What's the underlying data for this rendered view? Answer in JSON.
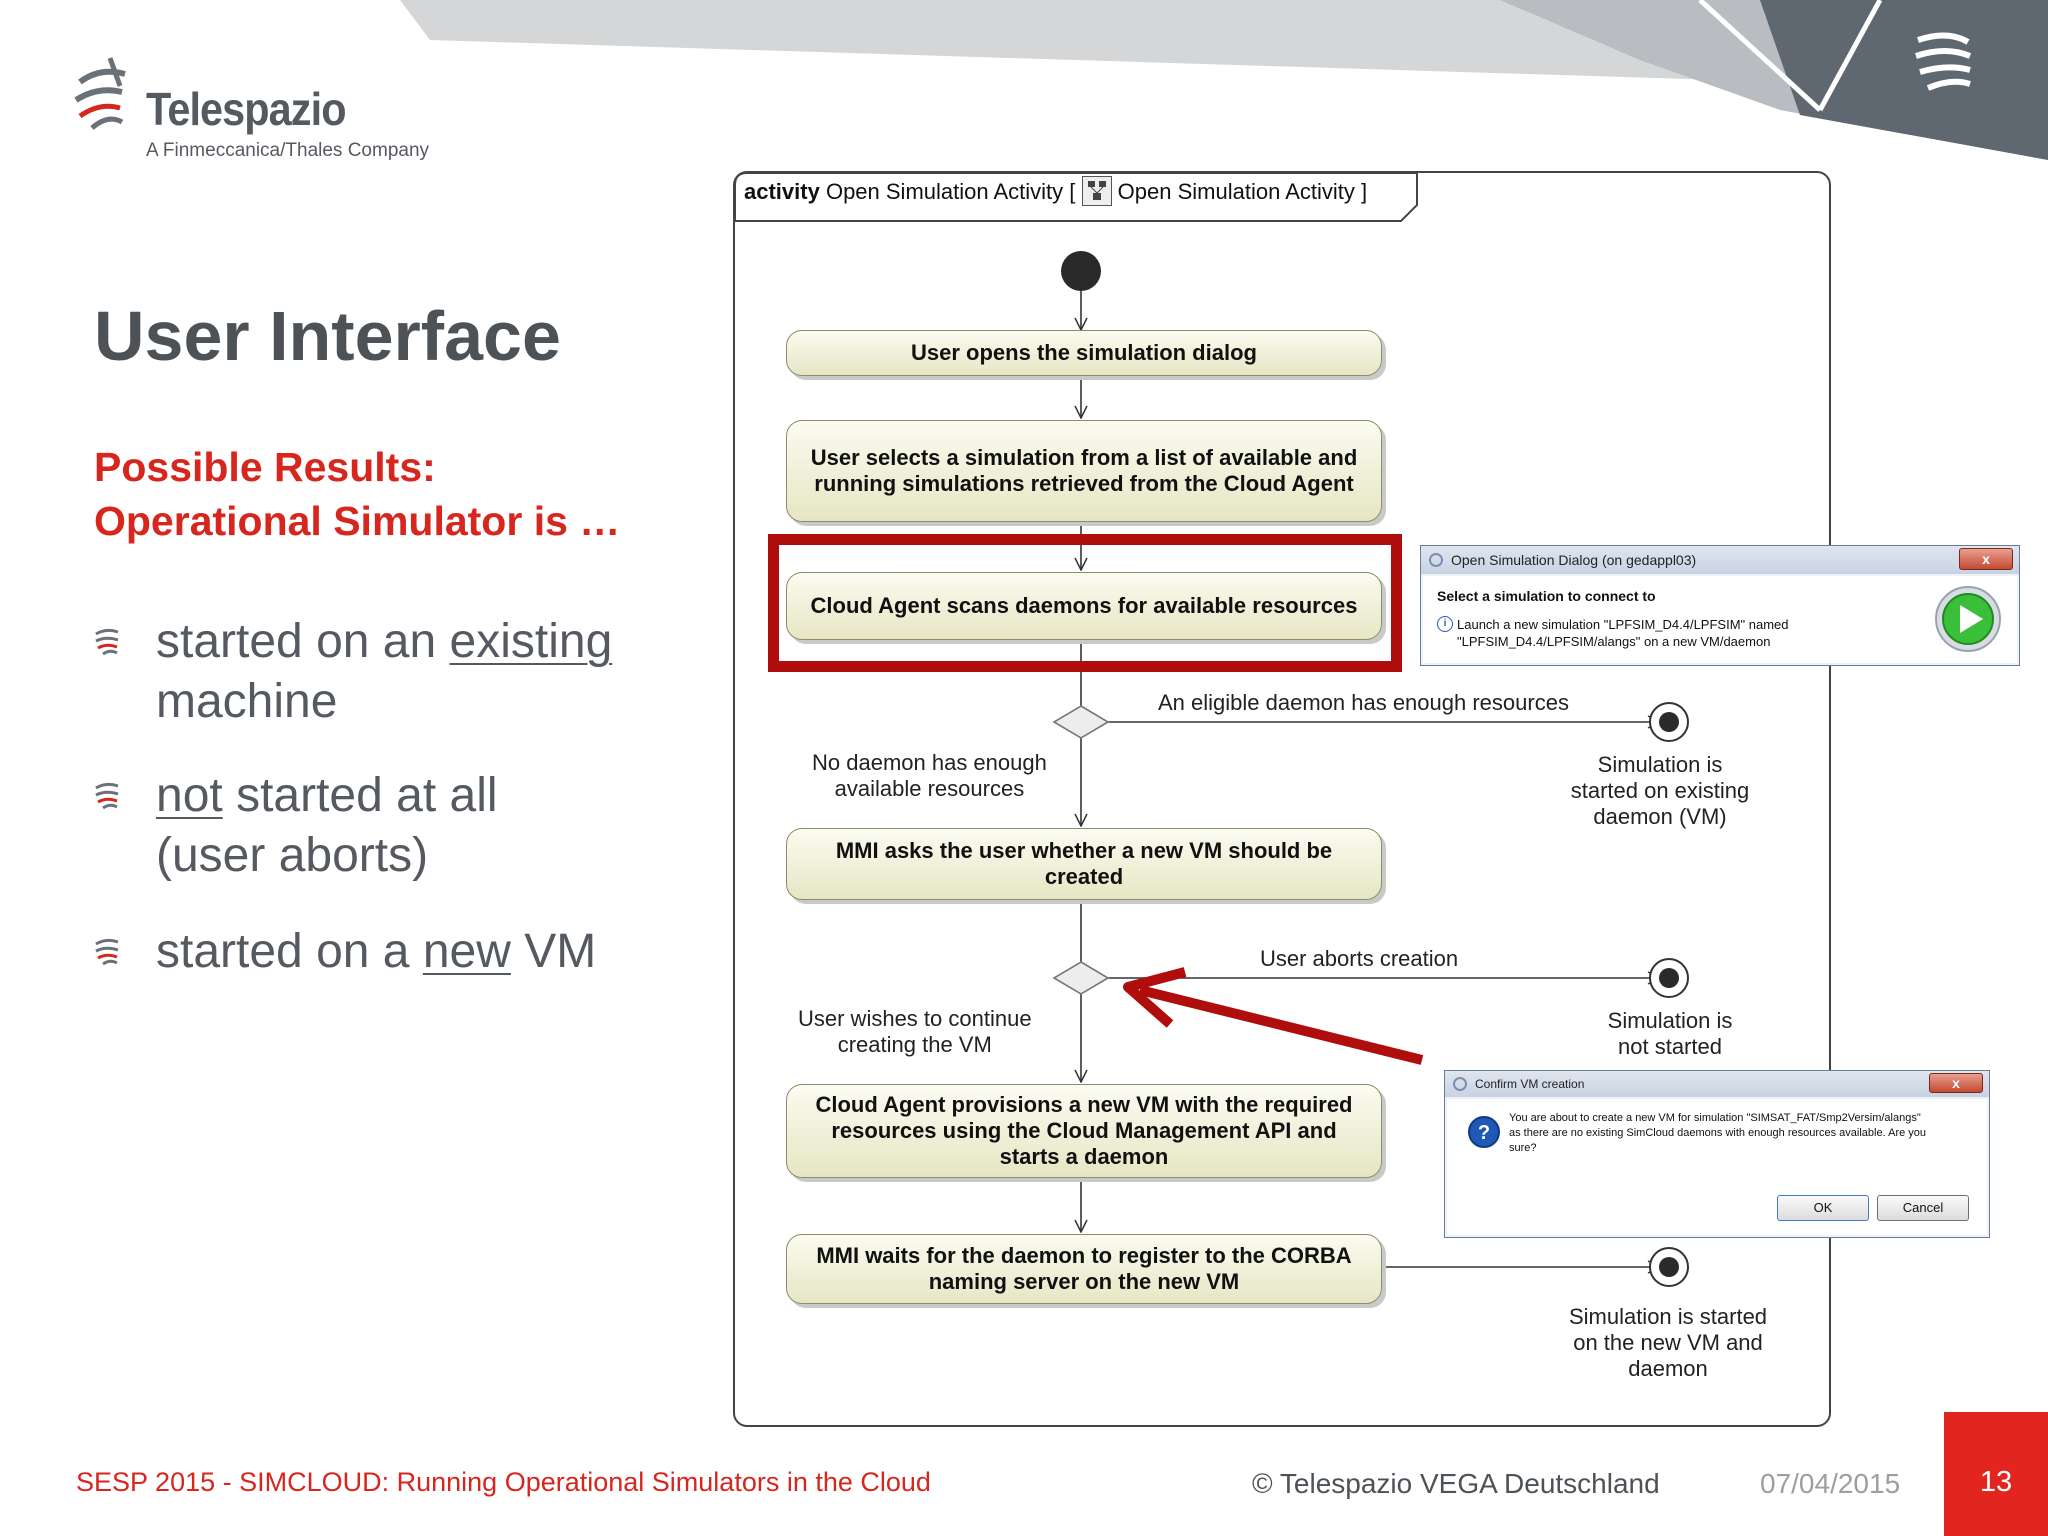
{
  "header": {
    "logo_name": "Telespazio",
    "logo_tagline": "A Finmeccanica/Thales Company",
    "logo_icon": "telespazio-swirl-icon"
  },
  "slide": {
    "title": "User Interface",
    "subtitle_line1": "Possible Results:",
    "subtitle_line2": "Operational Simulator is …",
    "bullets": [
      {
        "pre": "started on an ",
        "underlined": "existing",
        "post": "",
        "line2": "machine"
      },
      {
        "pre": "",
        "underlined": "not",
        "post": " started at all",
        "line2": "(user aborts)"
      },
      {
        "pre": "started on a ",
        "underlined": "new",
        "post": " VM",
        "line2": ""
      }
    ]
  },
  "diagram": {
    "frame_keyword": "activity",
    "frame_name": "Open Simulation Activity [",
    "frame_ref": "Open Simulation Activity",
    "frame_close": "]",
    "actions": [
      "User opens the simulation dialog",
      "User selects a simulation from a list of available and running simulations retrieved from the Cloud Agent",
      "Cloud Agent scans daemons for available resources",
      "MMI asks the user whether a new VM should be created",
      "Cloud Agent provisions a new VM with the required resources using the Cloud Management API and starts a daemon",
      "MMI waits for the daemon to register to the CORBA naming server on the new VM"
    ],
    "guards": {
      "eligible": "An eligible daemon has enough resources",
      "no_daemon_1": "No daemon has enough",
      "no_daemon_2": "available resources",
      "aborts": "User aborts creation",
      "continue_1": "User wishes to continue",
      "continue_2": "creating the VM"
    },
    "finals": {
      "existing_1": "Simulation is",
      "existing_2": "started on existing",
      "existing_3": "daemon (VM)",
      "not_started_1": "Simulation is",
      "not_started_2": "not started",
      "new_vm_1": "Simulation is started",
      "new_vm_2": "on the new VM and",
      "new_vm_3": "daemon"
    }
  },
  "dialogs": {
    "open_sim": {
      "title": "Open Simulation Dialog  (on gedappl03)",
      "heading": "Select a simulation to connect to",
      "line1": "Launch a new simulation \"LPFSIM_D4.4/LPFSIM\" named",
      "line2": "\"LPFSIM_D4.4/LPFSIM/alangs\" on a new VM/daemon",
      "close": "x"
    },
    "confirm_vm": {
      "title": "Confirm VM creation",
      "line1": "You are about to create a new VM for simulation \"SIMSAT_FAT/Smp2Versim/alangs\"",
      "line2": "as there are no existing SimCloud daemons with enough resources available. Are you",
      "line3": "sure?",
      "ok": "OK",
      "cancel": "Cancel",
      "close": "x"
    }
  },
  "footer": {
    "event": "SESP 2015 - SIMCLOUD: Running Operational Simulators in the Cloud",
    "copyright": "© Telespazio VEGA Deutschland",
    "date": "07/04/2015",
    "page": "13"
  },
  "colors": {
    "accent_red": "#d7261e",
    "highlight_red": "#b00d0d",
    "text_gray": "#4d5257"
  }
}
